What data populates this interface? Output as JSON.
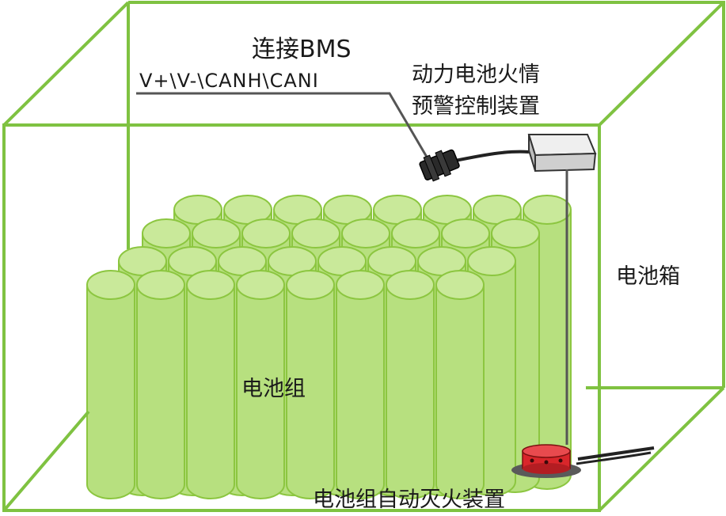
{
  "labels": {
    "connect_line1": "连接BMS",
    "connect_line2": "V+\\V-\\CANH\\CANI",
    "device_line1": "动力电池火情",
    "device_line2": "预警控制装置",
    "battery_box": "电池箱",
    "battery_pack": "电池组",
    "extinguisher": "电池组自动灭火装置"
  },
  "colors": {
    "box_edge": "#7fc241",
    "cell_fill": "#b7e07f",
    "cell_top": "#c9e99a",
    "cell_stroke": "#8cc640",
    "device_body": "#e6e6e6",
    "device_red": "#d9262b",
    "cable": "#222222"
  },
  "icons": {
    "controller": "control-box-icon",
    "connector": "plug-connector-icon",
    "extinguisher": "extinguisher-icon"
  }
}
